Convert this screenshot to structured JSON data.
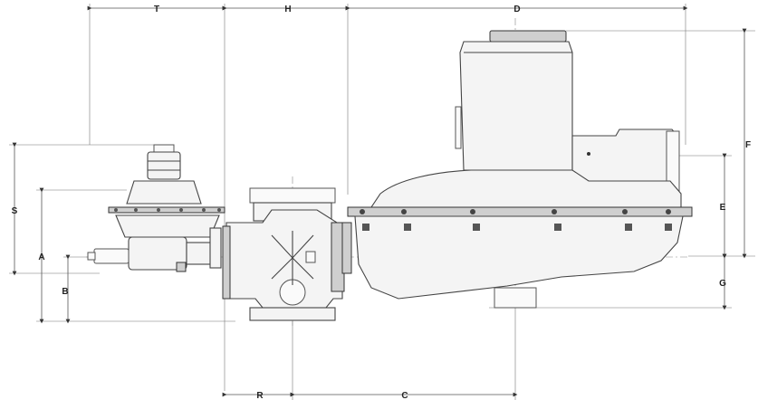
{
  "dimension_labels": {
    "T": "T",
    "H": "H",
    "D": "D",
    "F": "F",
    "S": "S",
    "E": "E",
    "A": "A",
    "B": "B",
    "G": "G",
    "R": "R",
    "C": "C"
  }
}
